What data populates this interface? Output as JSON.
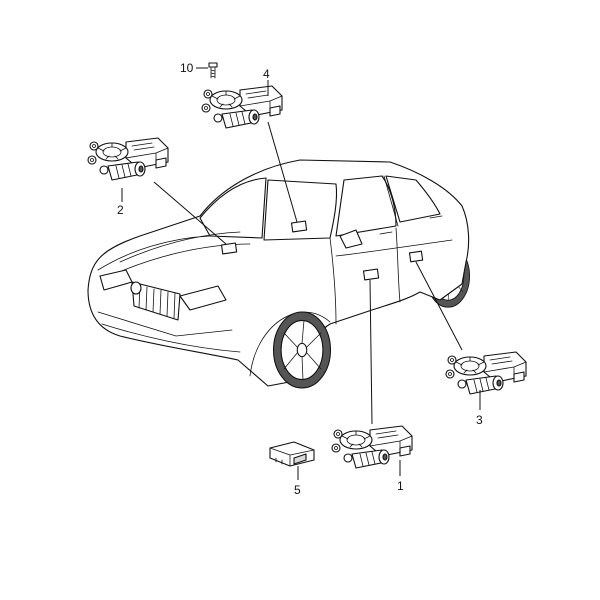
{
  "callouts": {
    "part_1": "1",
    "part_2": "2",
    "part_3": "3",
    "part_4": "4",
    "part_5": "5",
    "part_10": "10"
  },
  "colors": {
    "ink": "#111111",
    "background": "#ffffff"
  }
}
